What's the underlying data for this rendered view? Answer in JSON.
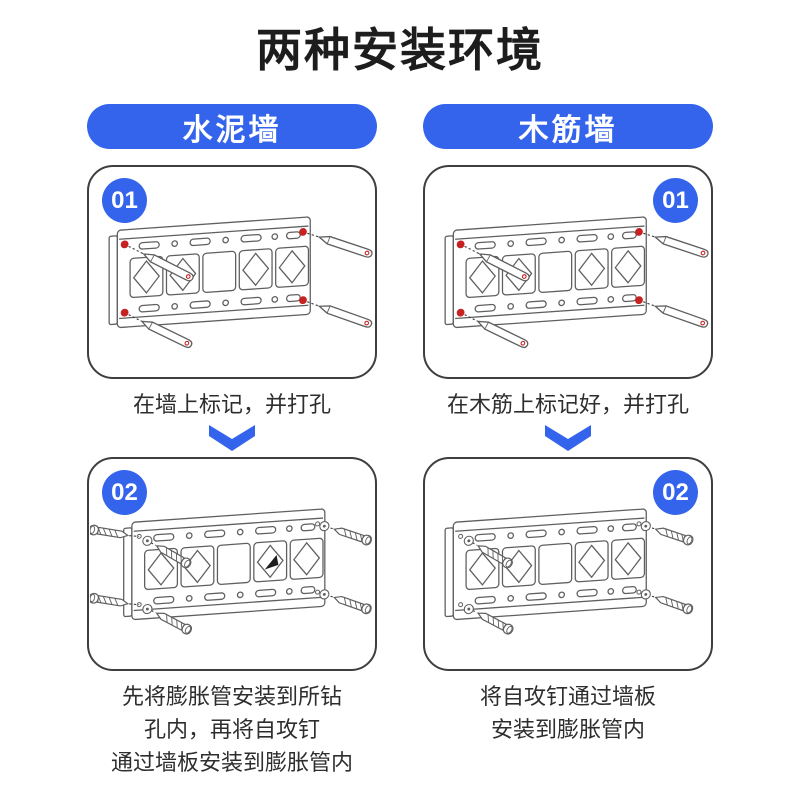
{
  "page": {
    "title": "两种安装环境"
  },
  "colors": {
    "accent_blue": "#3464EC",
    "marker_red": "#C62222",
    "drawing_line_gray": "#5F5F5F",
    "caption_text": "#2E2E2E"
  },
  "icons": {
    "step_arrow": "chevron-down-icon",
    "step1_illustration": "wall-plate-marking-with-pencils",
    "step2_left_illustration": "wall-plate-with-anchors-and-screws",
    "step2_right_illustration": "wall-plate-with-screws"
  },
  "columns": [
    {
      "header": "水泥墙",
      "steps": [
        {
          "number": "01",
          "caption_lines": [
            "在墙上标记，并打孔"
          ]
        },
        {
          "number": "02",
          "caption_lines": [
            "先将膨胀管安装到所钻",
            "孔内，再将自攻钉",
            "通过墙板安装到膨胀管内"
          ]
        }
      ]
    },
    {
      "header": "木筋墙",
      "steps": [
        {
          "number": "01",
          "caption_lines": [
            "在木筋上标记好，并打孔"
          ]
        },
        {
          "number": "02",
          "caption_lines": [
            "将自攻钉通过墙板",
            "安装到膨胀管内"
          ]
        }
      ]
    }
  ]
}
